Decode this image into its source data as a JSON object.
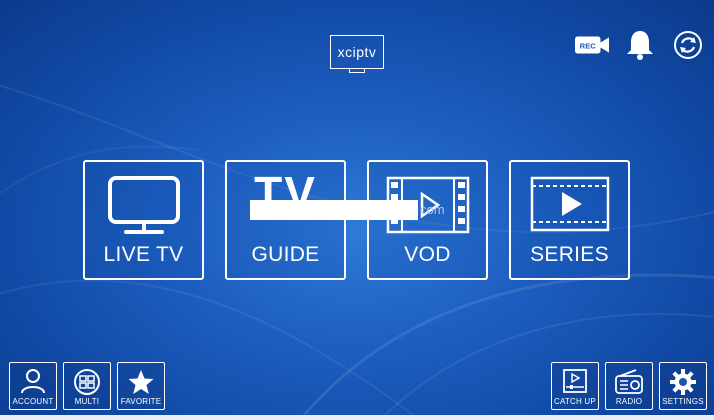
{
  "app": {
    "logo_text": "xciptv"
  },
  "top_bar": {
    "rec_label": "REC",
    "icons": [
      "rec-camera-icon",
      "bell-icon",
      "refresh-icon"
    ]
  },
  "tiles": [
    {
      "label": "LIVE TV",
      "icon": "tv-icon"
    },
    {
      "label": "GUIDE",
      "icon": "guide-tv-icon"
    },
    {
      "label": "VOD",
      "icon": "film-play-icon"
    },
    {
      "label": "SERIES",
      "icon": "series-play-icon"
    }
  ],
  "overlay": {
    "guide_big_text": "TV",
    "tail_text": "com"
  },
  "bottom_left": [
    {
      "label": "ACCOUNT",
      "icon": "account-icon"
    },
    {
      "label": "MULTI",
      "icon": "multi-screen-icon"
    },
    {
      "label": "FAVORITE",
      "icon": "star-icon"
    }
  ],
  "bottom_right": [
    {
      "label": "CATCH UP",
      "icon": "catch-up-icon"
    },
    {
      "label": "RADIO",
      "icon": "radio-icon"
    },
    {
      "label": "SETTINGS",
      "icon": "gear-icon"
    }
  ],
  "colors": {
    "background": "#1d5fc1",
    "foreground": "#ffffff"
  }
}
